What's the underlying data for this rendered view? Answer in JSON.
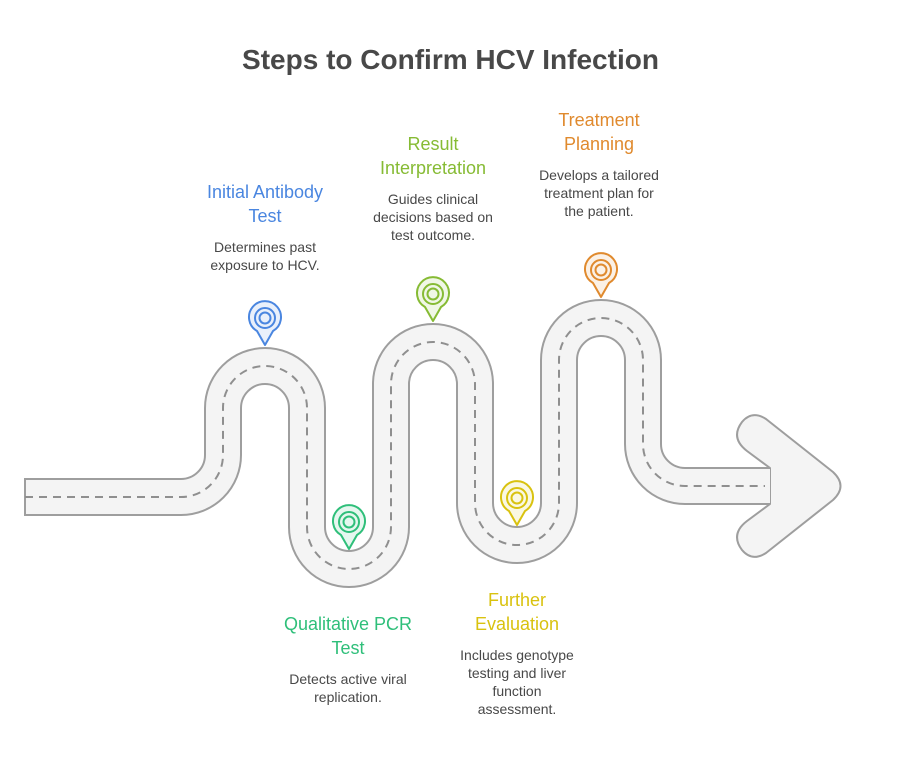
{
  "title": "Steps to Confirm HCV Infection",
  "colors": {
    "road_fill": "#f4f4f4",
    "road_stroke": "#9e9e9e",
    "dash": "#8f8f8f"
  },
  "steps": [
    {
      "id": "initial-antibody-test",
      "order": 1,
      "position": "top",
      "title_lines": [
        "Initial Antibody",
        "Test"
      ],
      "desc_lines": [
        "Determines past",
        "exposure to HCV."
      ],
      "color": "#4a86e0",
      "icon": "map-pin-icon"
    },
    {
      "id": "qualitative-pcr-test",
      "order": 2,
      "position": "bottom",
      "title_lines": [
        "Qualitative PCR",
        "Test"
      ],
      "desc_lines": [
        "Detects active viral",
        "replication."
      ],
      "color": "#2fbf7a",
      "icon": "map-pin-icon"
    },
    {
      "id": "result-interpretation",
      "order": 3,
      "position": "top",
      "title_lines": [
        "Result",
        "Interpretation"
      ],
      "desc_lines": [
        "Guides clinical",
        "decisions based on",
        "test outcome."
      ],
      "color": "#86bb34",
      "icon": "map-pin-icon"
    },
    {
      "id": "further-evaluation",
      "order": 4,
      "position": "bottom",
      "title_lines": [
        "Further",
        "Evaluation"
      ],
      "desc_lines": [
        "Includes genotype",
        "testing and liver",
        "function",
        "assessment."
      ],
      "color": "#d9c20f",
      "icon": "map-pin-icon"
    },
    {
      "id": "treatment-planning",
      "order": 5,
      "position": "top",
      "title_lines": [
        "Treatment",
        "Planning"
      ],
      "desc_lines": [
        "Develops a tailored",
        "treatment plan for",
        "the patient."
      ],
      "color": "#e08a2e",
      "icon": "map-pin-icon"
    }
  ]
}
